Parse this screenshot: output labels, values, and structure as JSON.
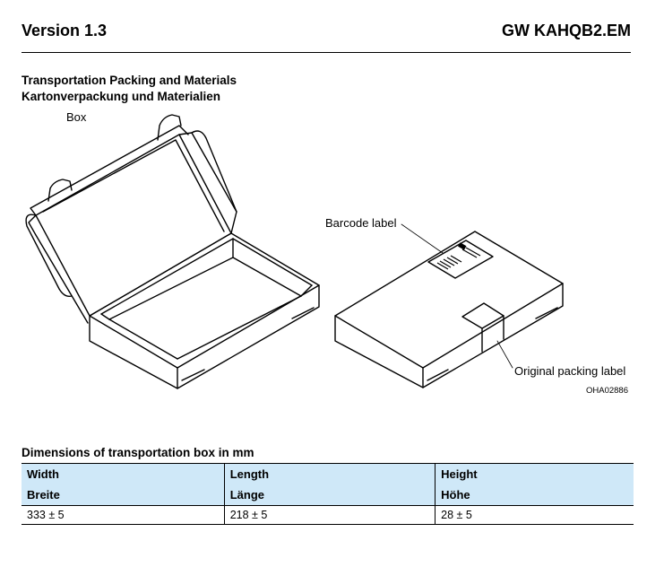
{
  "header": {
    "version": "Version 1.3",
    "product": "GW KAHQB2.EM"
  },
  "section": {
    "title_en": "Transportation Packing and Materials",
    "title_de": "Kartonverpackung und Materialien"
  },
  "figure": {
    "box_label": "Box",
    "barcode_label": "Barcode label",
    "packing_label": "Original packing label",
    "figure_id": "OHA02886"
  },
  "dimensions": {
    "title": "Dimensions of transportation box in mm",
    "columns": [
      {
        "en": "Width",
        "de": "Breite",
        "value": "333 ± 5"
      },
      {
        "en": "Length",
        "de": "Länge",
        "value": "218 ± 5"
      },
      {
        "en": "Height",
        "de": "Höhe",
        "value": "28 ± 5"
      }
    ]
  },
  "colors": {
    "table_header_bg": "#cfe8f8",
    "rule": "#000000"
  }
}
